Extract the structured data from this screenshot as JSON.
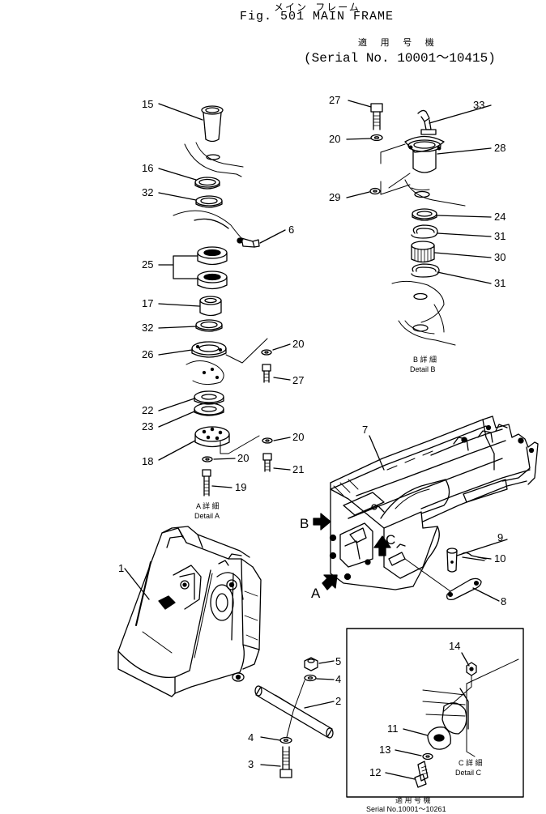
{
  "header": {
    "title_jp": "メイン フレーム",
    "title": "Fig. 501   MAIN FRAME",
    "serial_jp": "適 用 号 機",
    "serial": "(Serial No. 10001～10415)"
  },
  "callouts": {
    "c15": "15",
    "c16": "16",
    "c32a": "32",
    "c6": "6",
    "c25": "25",
    "c17": "17",
    "c32b": "32",
    "c26": "26",
    "c20a": "20",
    "c27a": "27",
    "c22": "22",
    "c23": "23",
    "c20b": "20",
    "c18": "18",
    "c20c": "20",
    "c21": "21",
    "c19": "19",
    "c27b": "27",
    "c33": "33",
    "c20d": "20",
    "c28": "28",
    "c29": "29",
    "c24": "24",
    "c31a": "31",
    "c30": "30",
    "c31b": "31",
    "c7": "7",
    "c1": "1",
    "c9": "9",
    "c10": "10",
    "c8": "8",
    "c5": "5",
    "c4a": "4",
    "c2": "2",
    "c4b": "4",
    "c3": "3",
    "c14": "14",
    "c11": "11",
    "c13": "13",
    "c12": "12"
  },
  "details": {
    "a_jp": "A 詳 細",
    "a": "Detail A",
    "b_jp": "B 詳 細",
    "b": "Detail B",
    "c_jp": "C 詳 細",
    "c": "Detail C"
  },
  "arrows": {
    "a": "A",
    "b": "B",
    "c": "C"
  },
  "footer": {
    "serial_jp": "適 用 号 機",
    "serial": "Serial No.10001～10261"
  }
}
